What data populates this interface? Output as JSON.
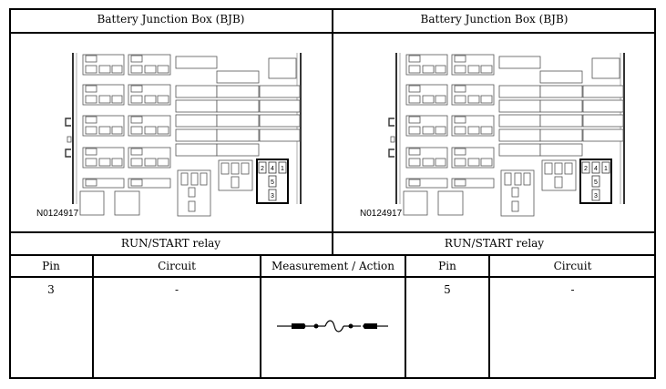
{
  "header": {
    "left_title": "Battery Junction Box (BJB)",
    "right_title": "Battery Junction Box (BJB)"
  },
  "diagrams": {
    "left_code": "N0124917",
    "right_code": "N0124917",
    "relay_pins": [
      "2",
      "4",
      "1",
      "5",
      "3"
    ]
  },
  "relay_row": {
    "left_label": "RUN/START relay",
    "right_label": "RUN/START relay"
  },
  "table": {
    "headers": [
      "Pin",
      "Circuit",
      "Measurement / Action",
      "Pin",
      "Circuit"
    ],
    "row": {
      "pin_a": "3",
      "circuit_a": "-",
      "pin_b": "5",
      "circuit_b": "-"
    }
  },
  "icons": {
    "measurement": "fuse-continuity-icon"
  }
}
